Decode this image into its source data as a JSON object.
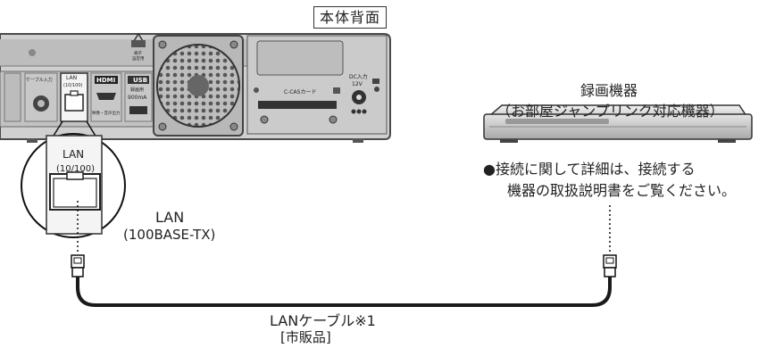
{
  "title": "本体背面",
  "recorder": {
    "line1": "録画機器",
    "line2": "（お部屋ジャンプリンク対応機器）"
  },
  "note": {
    "line1": "●接続に関して詳細は、接続する",
    "line2": "機器の取扱説明書をご覧ください。"
  },
  "lan_spec": {
    "line1": "LAN",
    "line2": "(100BASE-TX)"
  },
  "cable": {
    "line1": "LANケーブル※1",
    "line2": "[市販品]"
  },
  "zoom_port": {
    "label": "LAN",
    "sub": "(10/100)"
  },
  "panel_labels": {
    "cable_in": "ケーブル入力",
    "lan": "LAN",
    "lan_sub": "(10/100)",
    "hdmi": "HDMI",
    "hdmi_sub": "映像・音声出力",
    "usb": "USB",
    "usb_sub1": "録画用",
    "usb_sub2": "900mA",
    "card": "C-CASカード",
    "dc_in": "DC入力",
    "dc_sub": "12V",
    "terminal": "端子",
    "terminal_sub": "設定用"
  },
  "colors": {
    "device_body": "#c9c9c9",
    "device_dark": "#4a4a4a",
    "cable": "#1a1a1a"
  }
}
